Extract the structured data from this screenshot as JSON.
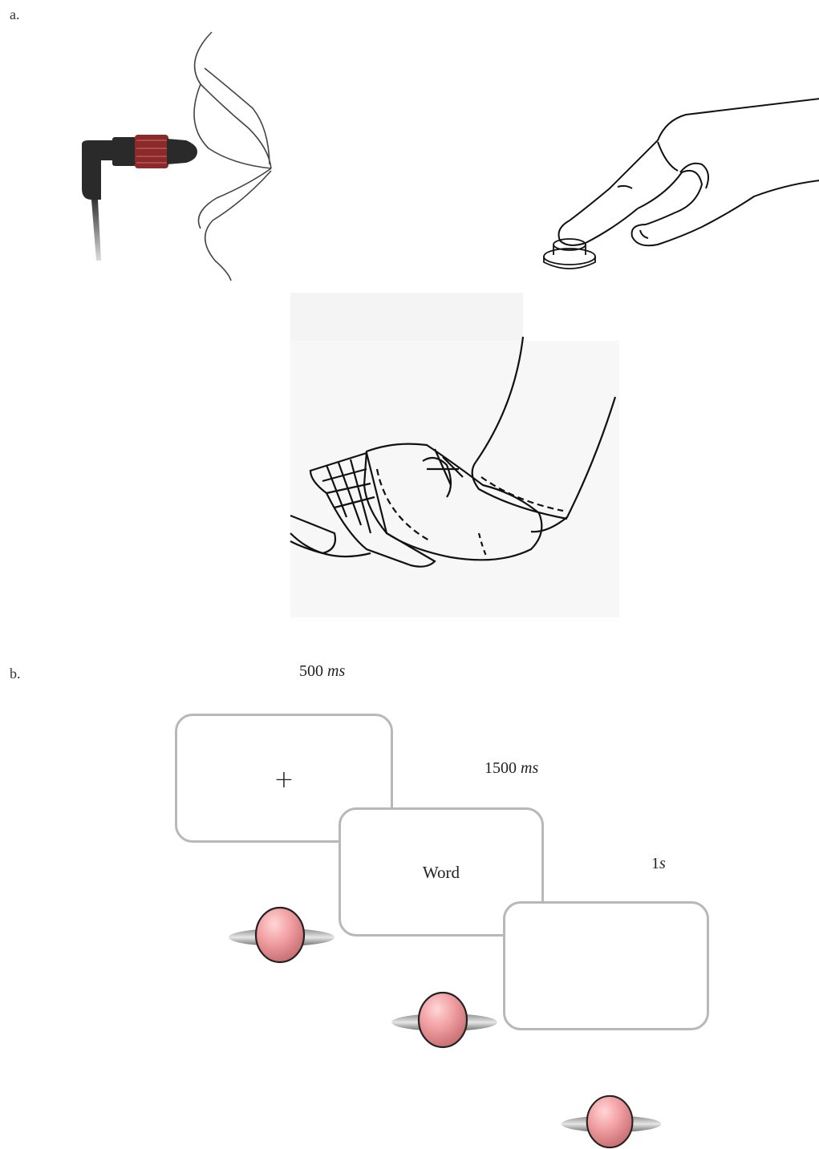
{
  "panel_a": {
    "label": "a.",
    "illustrations": [
      "microphone-and-lips",
      "finger-pressing-button",
      "foot-on-pedal"
    ]
  },
  "panel_b": {
    "label": "b.",
    "screens": [
      {
        "timing_value": "500",
        "timing_unit": "ms",
        "content": "+"
      },
      {
        "timing_value": "1500",
        "timing_unit": "ms",
        "content": "Word"
      },
      {
        "timing_value": "1",
        "timing_unit": "s",
        "content": ""
      }
    ],
    "button_color": "#f2a1a4"
  }
}
